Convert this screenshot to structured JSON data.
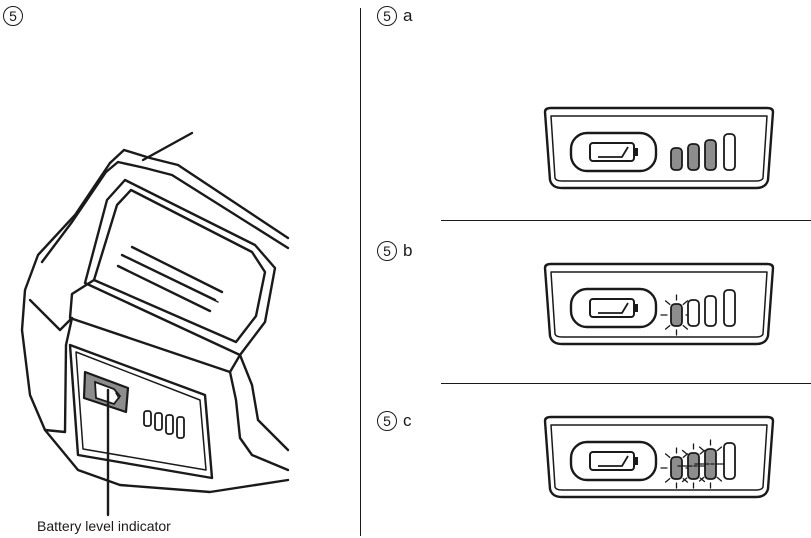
{
  "figure": {
    "main_step": "5",
    "callout_label": "Battery level indicator"
  },
  "panels": [
    {
      "id": "a",
      "step": "5",
      "letter": "a",
      "bars": [
        "lit",
        "lit",
        "lit",
        "off"
      ]
    },
    {
      "id": "b",
      "step": "5",
      "letter": "b",
      "bars": [
        "blinking",
        "off",
        "off",
        "off"
      ]
    },
    {
      "id": "c",
      "step": "5",
      "letter": "c",
      "bars": [
        "blinking",
        "blinking",
        "blinking",
        "off"
      ]
    }
  ],
  "icons": {
    "battery": "battery-icon",
    "blink": "blink-rays-icon"
  },
  "colors": {
    "lit_segment": "#8d8d8d",
    "line": "#1a1a1a",
    "indicator_button": "#8d8d8d"
  }
}
